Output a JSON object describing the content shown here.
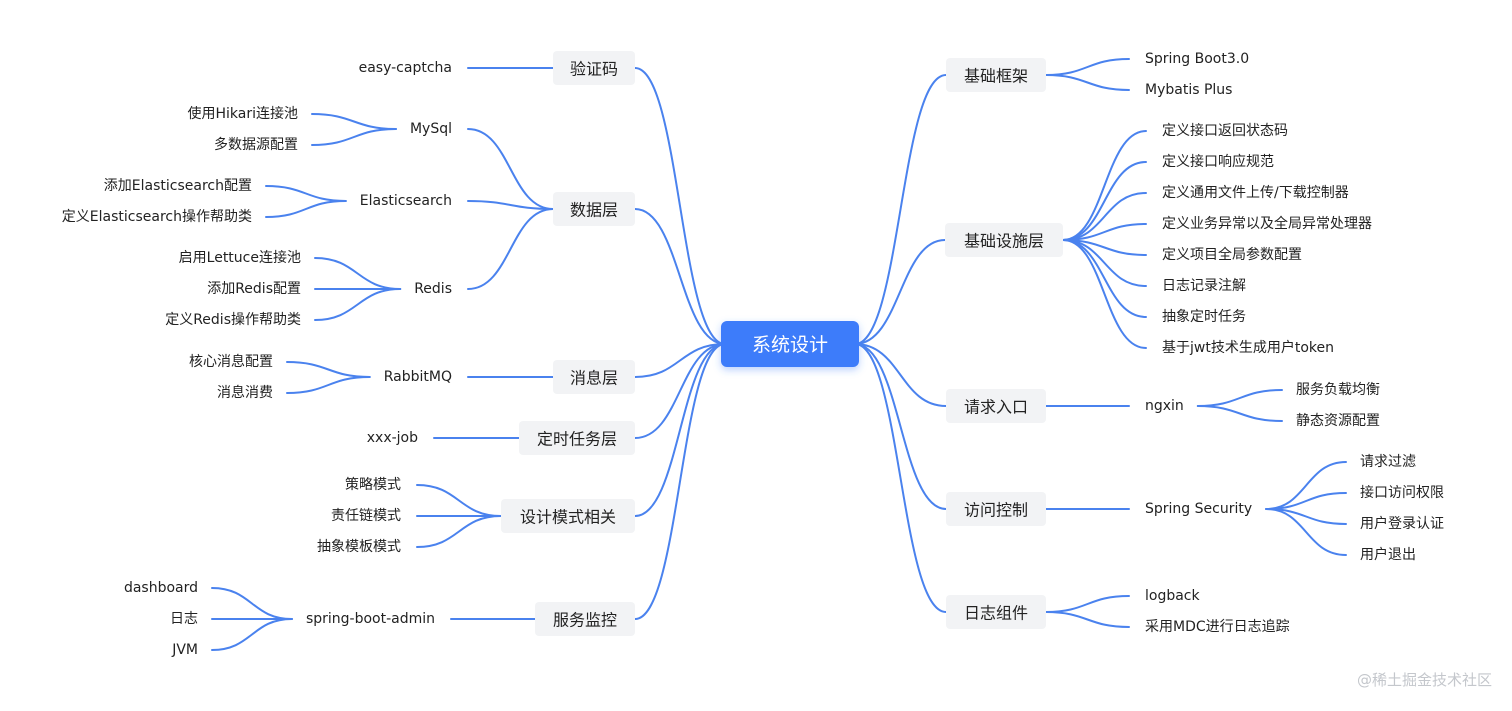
{
  "mindmap": {
    "root": {
      "label": "系统设计"
    },
    "left": [
      {
        "label": "验证码",
        "children": [
          {
            "label": "easy-captcha"
          }
        ]
      },
      {
        "label": "数据层",
        "children": [
          {
            "label": "MySql",
            "children": [
              {
                "label": "使用Hikari连接池"
              },
              {
                "label": "多数据源配置"
              }
            ]
          },
          {
            "label": "Elasticsearch",
            "children": [
              {
                "label": "添加Elasticsearch配置"
              },
              {
                "label": "定义Elasticsearch操作帮助类"
              }
            ]
          },
          {
            "label": "Redis",
            "children": [
              {
                "label": "启用Lettuce连接池"
              },
              {
                "label": "添加Redis配置"
              },
              {
                "label": "定义Redis操作帮助类"
              }
            ]
          }
        ]
      },
      {
        "label": "消息层",
        "children": [
          {
            "label": "RabbitMQ",
            "children": [
              {
                "label": "核心消息配置"
              },
              {
                "label": "消息消费"
              }
            ]
          }
        ]
      },
      {
        "label": "定时任务层",
        "children": [
          {
            "label": "xxx-job"
          }
        ]
      },
      {
        "label": "设计模式相关",
        "children": [
          {
            "label": "策略模式"
          },
          {
            "label": "责任链模式"
          },
          {
            "label": "抽象模板模式"
          }
        ]
      },
      {
        "label": "服务监控",
        "children": [
          {
            "label": "spring-boot-admin",
            "children": [
              {
                "label": "dashboard"
              },
              {
                "label": "日志"
              },
              {
                "label": "JVM"
              }
            ]
          }
        ]
      }
    ],
    "right": [
      {
        "label": "基础框架",
        "children": [
          {
            "label": "Spring Boot3.0"
          },
          {
            "label": "Mybatis Plus"
          }
        ]
      },
      {
        "label": "基础设施层",
        "children": [
          {
            "label": "定义接口返回状态码"
          },
          {
            "label": "定义接口响应规范"
          },
          {
            "label": "定义通用文件上传/下载控制器"
          },
          {
            "label": "定义业务异常以及全局异常处理器"
          },
          {
            "label": "定义项目全局参数配置"
          },
          {
            "label": "日志记录注解"
          },
          {
            "label": "抽象定时任务"
          },
          {
            "label": "基于jwt技术生成用户token"
          }
        ]
      },
      {
        "label": "请求入口",
        "children": [
          {
            "label": "ngxin",
            "children": [
              {
                "label": "服务负载均衡"
              },
              {
                "label": "静态资源配置"
              }
            ]
          }
        ]
      },
      {
        "label": "访问控制",
        "children": [
          {
            "label": "Spring Security",
            "children": [
              {
                "label": "请求过滤"
              },
              {
                "label": "接口访问权限"
              },
              {
                "label": "用户登录认证"
              },
              {
                "label": "用户退出"
              }
            ]
          }
        ]
      },
      {
        "label": "日志组件",
        "children": [
          {
            "label": "logback"
          },
          {
            "label": "采用MDC进行日志追踪"
          }
        ]
      }
    ]
  },
  "watermark": "@稀土掘金技术社区",
  "colors": {
    "root_fill": "#3e7bfa",
    "line": "#4a82ee",
    "branch_fill": "#f2f3f5",
    "text": "#222222"
  }
}
